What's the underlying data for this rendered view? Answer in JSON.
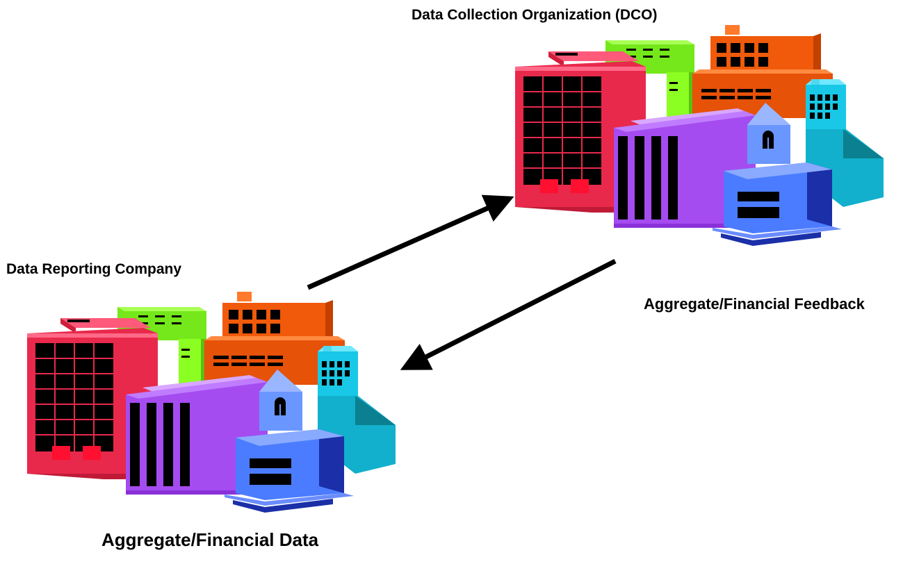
{
  "labels": {
    "dco": "Data Collection Organization (DCO)",
    "reporting_company": "Data Reporting Company",
    "feedback": "Aggregate/Financial Feedback",
    "data": "Aggregate/Financial Data"
  },
  "clusters": [
    {
      "name": "dco-buildings",
      "icon": "city-buildings-clipart"
    },
    {
      "name": "reporting-company-buildings",
      "icon": "city-buildings-clipart"
    }
  ],
  "arrows": [
    {
      "name": "data-flow-arrow",
      "from": "Data Reporting Company",
      "to": "Data Collection Organization (DCO)"
    },
    {
      "name": "feedback-flow-arrow",
      "from": "Data Collection Organization (DCO)",
      "to": "Data Reporting Company"
    }
  ],
  "colors": {
    "red_building": "#e8294b",
    "green_building": "#8cff22",
    "orange_building": "#f05a0a",
    "purple_building": "#a54cf0",
    "cyan_building": "#18c8e6",
    "blue_building": "#4b7cff",
    "window": "#000000",
    "arrow": "#000000"
  }
}
